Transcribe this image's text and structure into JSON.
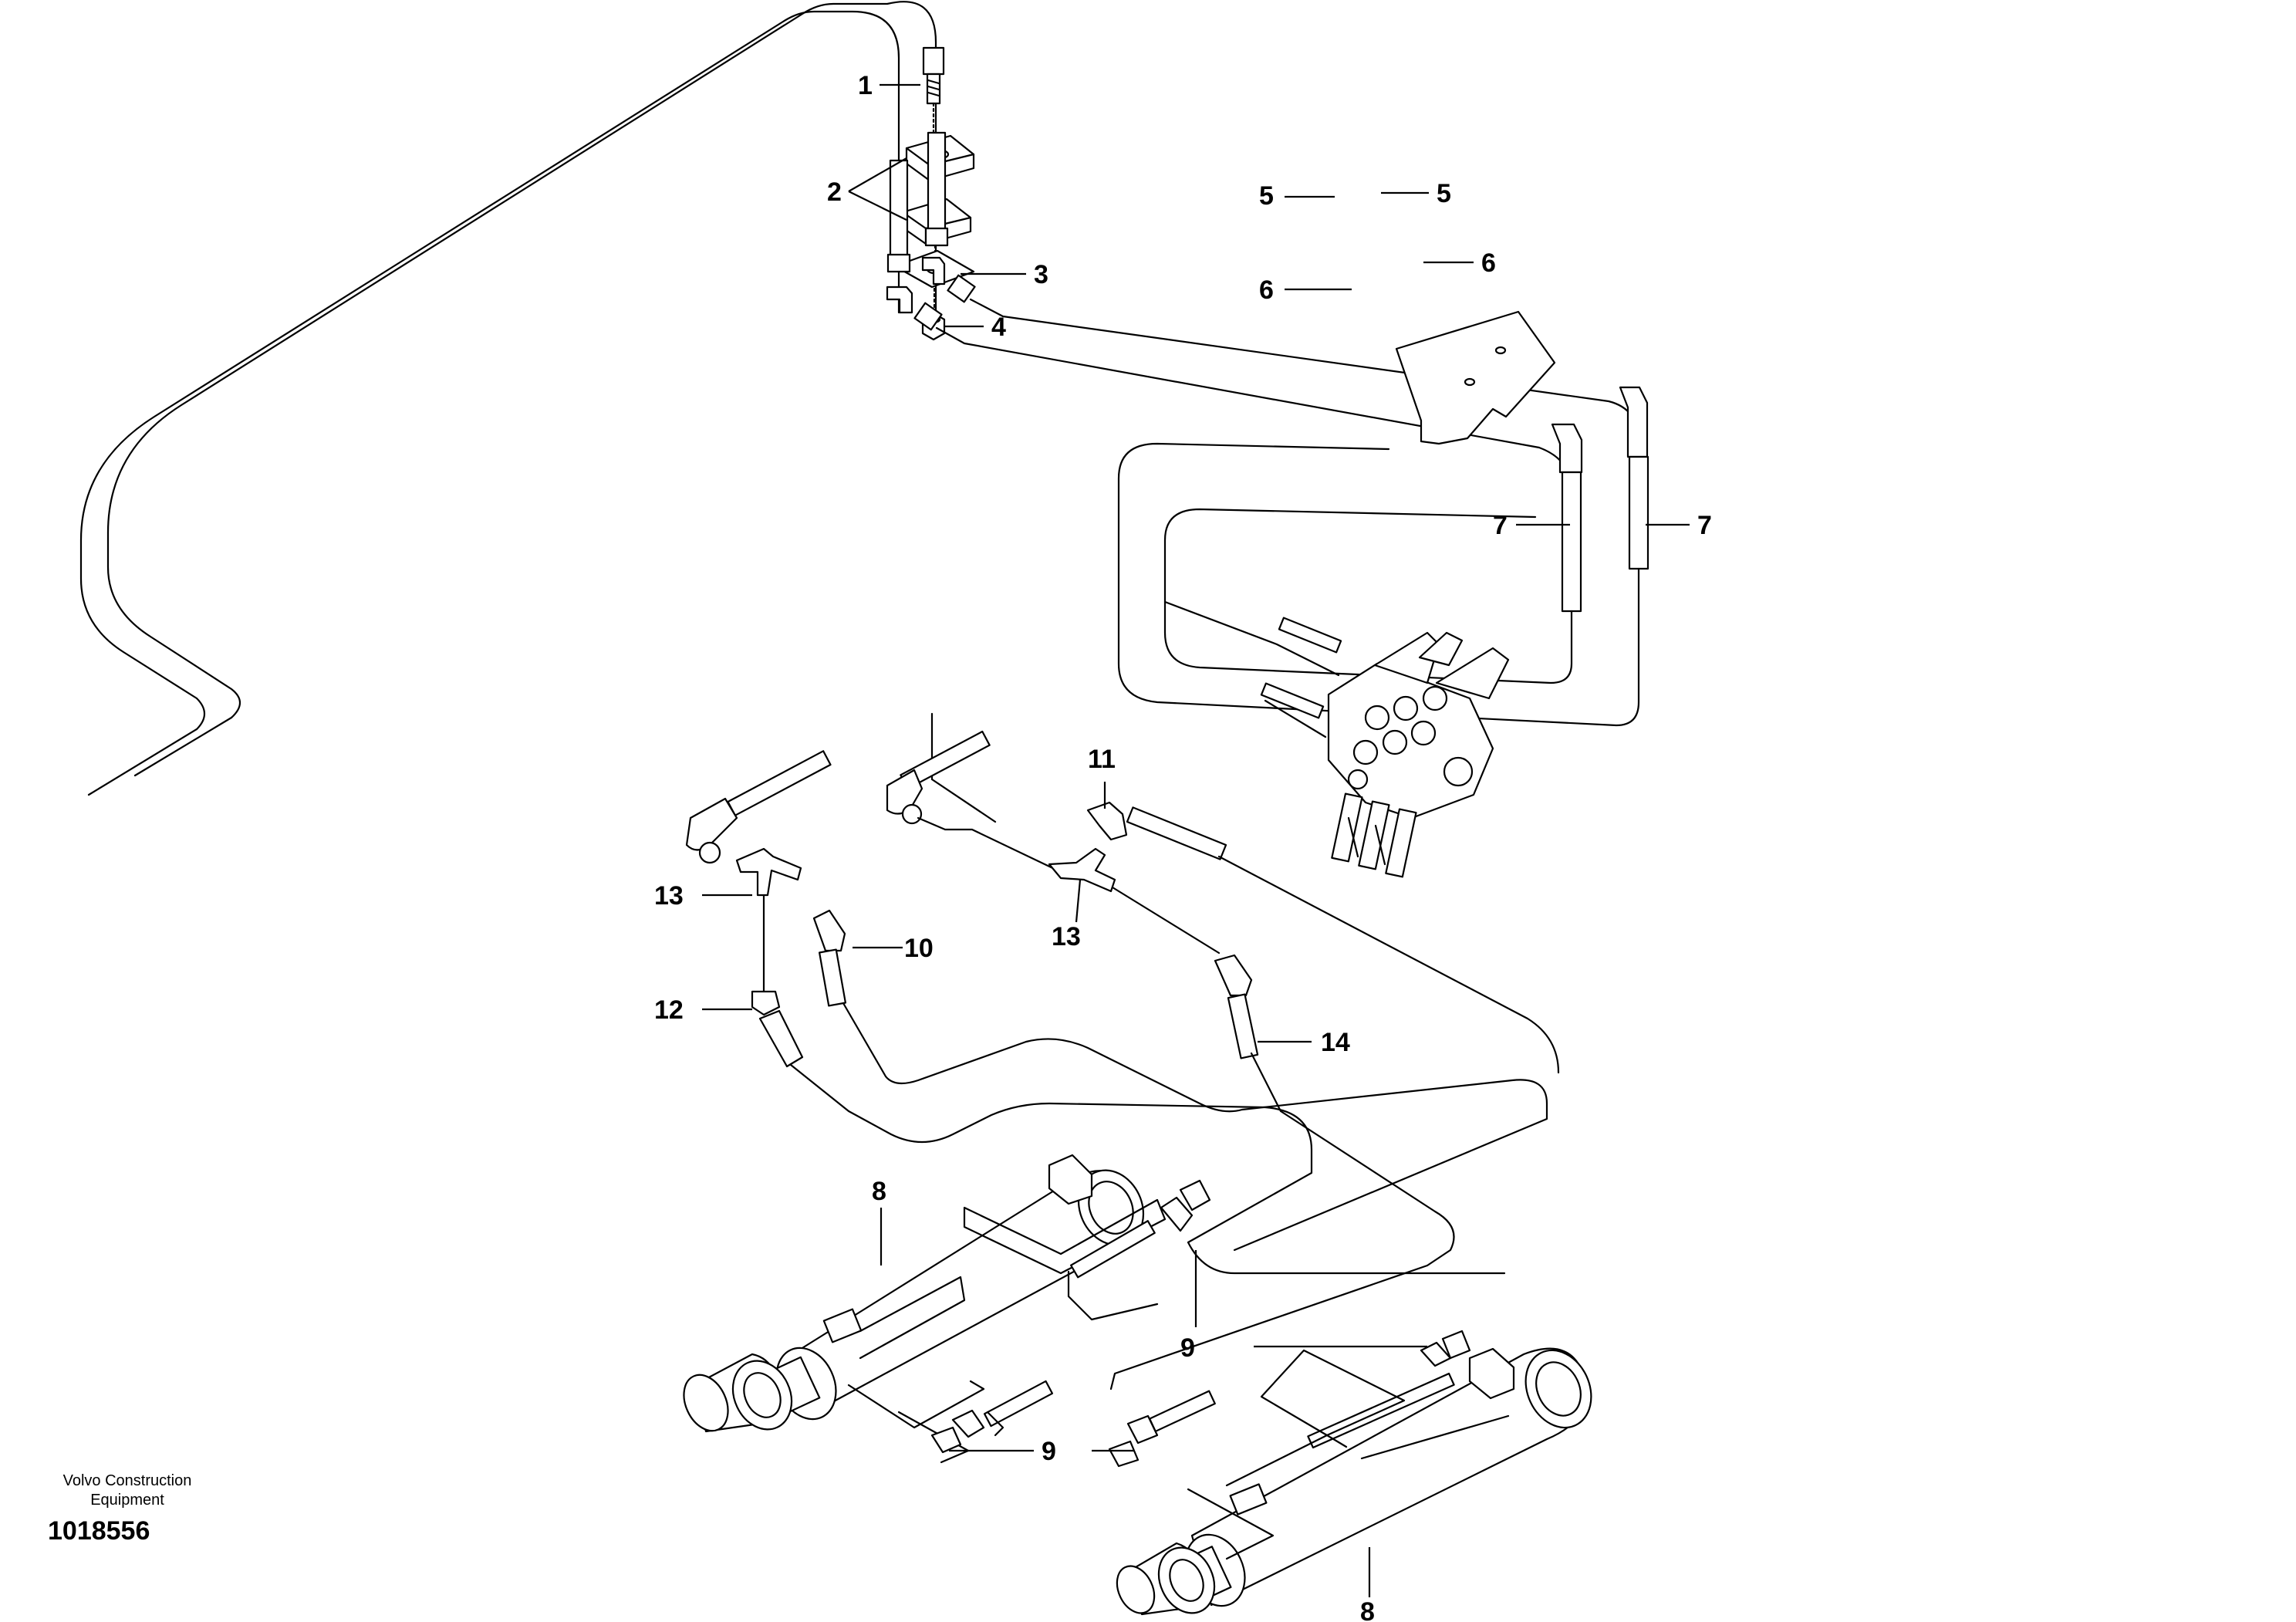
{
  "callouts": {
    "c1": "1",
    "c2": "2",
    "c3": "3",
    "c4": "4",
    "c5a": "5",
    "c5b": "5",
    "c6a": "6",
    "c6b": "6",
    "c7a": "7",
    "c7b": "7",
    "c8a": "8",
    "c8b": "8",
    "c9a": "9",
    "c9b": "9",
    "c10": "10",
    "c11": "11",
    "c12": "12",
    "c13a": "13",
    "c13b": "13",
    "c14": "14"
  },
  "footer": {
    "brand_line1": "Volvo Construction",
    "brand_line2": "Equipment",
    "doc_number": "1018556"
  }
}
